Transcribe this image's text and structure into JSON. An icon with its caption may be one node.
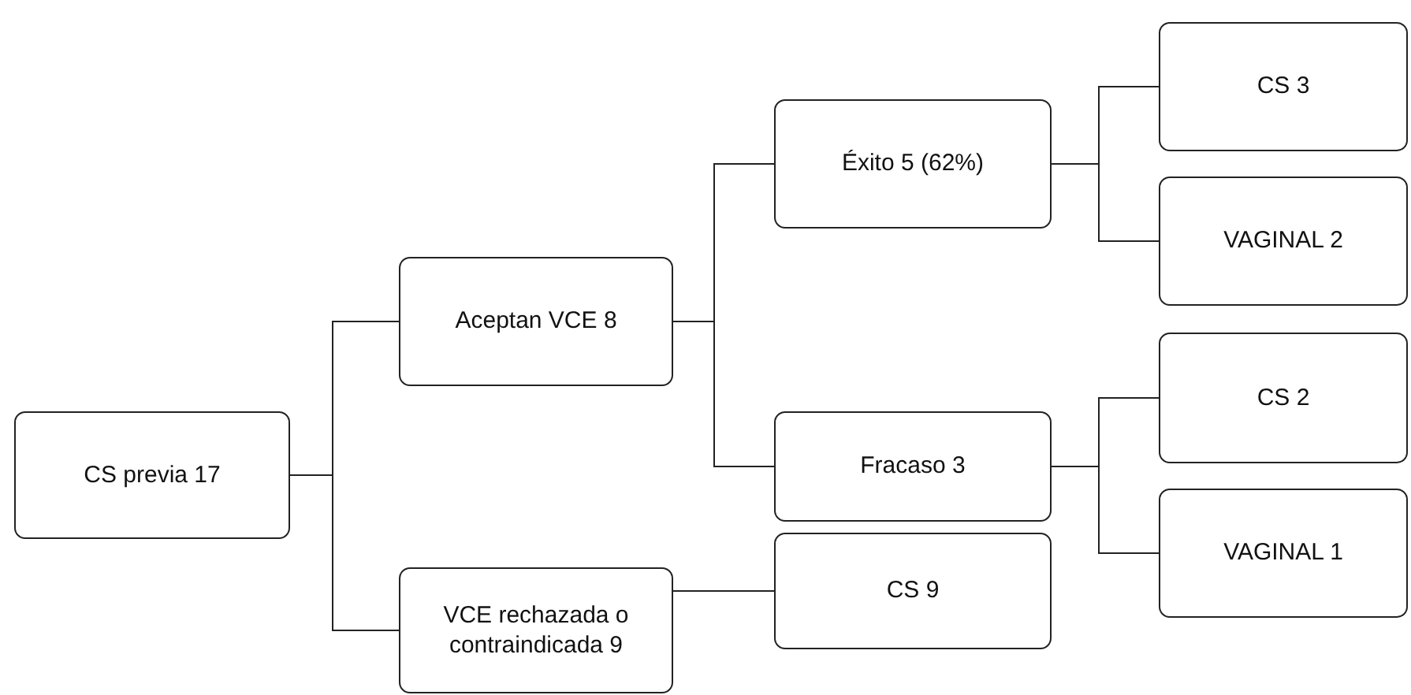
{
  "diagram": {
    "nodes": [
      {
        "text": [
          "CS previa 17"
        ]
      },
      {
        "text": [
          "Aceptan VCE 8"
        ]
      },
      {
        "text": [
          "VCE rechazada o contraindicada 9"
        ]
      },
      {
        "text": [
          "Éxito 5 (62%)"
        ]
      },
      {
        "text": [
          "Fracaso 3"
        ]
      },
      {
        "text": [
          "CS 3"
        ]
      },
      {
        "text": [
          "VAGINAL 2"
        ]
      },
      {
        "text": [
          "CS 2"
        ]
      },
      {
        "text": [
          "VAGINAL 1"
        ]
      },
      {
        "text": [
          "CS 9"
        ]
      }
    ],
    "edges": [
      {
        "from": 0,
        "to": 1,
        "arrow": "none"
      },
      {
        "from": 0,
        "to": 2,
        "arrow": "none"
      },
      {
        "from": 1,
        "to": 3,
        "arrow": "none"
      },
      {
        "from": 1,
        "to": 4,
        "arrow": "none"
      },
      {
        "from": 3,
        "to": 5,
        "arrow": "none"
      },
      {
        "from": 3,
        "to": 6,
        "arrow": "none"
      },
      {
        "from": 4,
        "to": 7,
        "arrow": "none"
      },
      {
        "from": 4,
        "to": 8,
        "arrow": "none"
      },
      {
        "from": 2,
        "to": 9,
        "arrow": "none"
      }
    ]
  }
}
